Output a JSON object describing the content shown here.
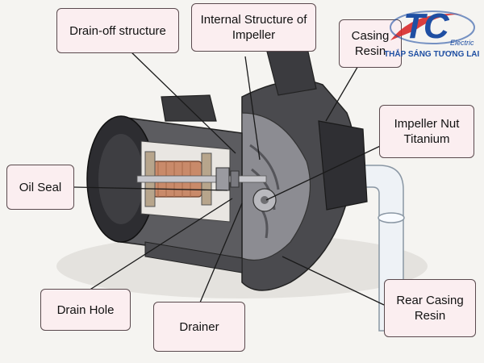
{
  "labels": {
    "drain_off": "Drain-off structure",
    "impeller_line1": "Internal Structure of",
    "impeller_line2": "Impeller",
    "casing_line1": "Casing",
    "casing_line2": "Resin",
    "nut_line1": "Impeller Nut",
    "nut_line2": "Titanium",
    "oil_seal": "Oil Seal",
    "drain_hole": "Drain Hole",
    "drainer": "Drainer",
    "rear_line1": "Rear Casing",
    "rear_line2": "Resin"
  },
  "logo": {
    "mark": "TC",
    "word": "Electric",
    "tagline": "THẮP SÁNG TƯƠNG LAI"
  },
  "colors": {
    "box_fill": "#fbeef0",
    "box_border": "#5a4a4e",
    "pump_dark": "#3a3a3d",
    "pump_mid": "#6e6e72",
    "rotor_copper": "#c98a6a",
    "logo_blue": "#1f4fa3",
    "logo_red": "#d82a2a"
  }
}
